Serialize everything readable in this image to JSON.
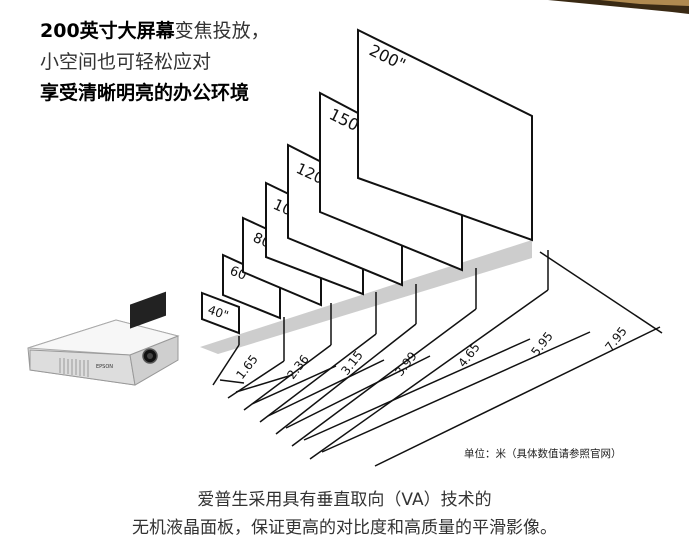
{
  "headline": {
    "line1_bold": "200英寸大屏幕",
    "line1_rest": "变焦投放，",
    "line2": "小空间也可轻松应对",
    "line3": "享受清晰明亮的办公环境"
  },
  "screens": [
    {
      "label": "40\""
    },
    {
      "label": "60\""
    },
    {
      "label": "80\""
    },
    {
      "label": "100\""
    },
    {
      "label": "120\""
    },
    {
      "label": "150\""
    },
    {
      "label": "200\""
    }
  ],
  "distances": [
    "1.65",
    "2.36",
    "3.15",
    "3.99",
    "4.65",
    "5.95",
    "7.95"
  ],
  "projector": {
    "brand": "EPSON"
  },
  "unit_note": "单位：米（具体数值请参照官网）",
  "caption": {
    "line1": "爱普生采用具有垂直取向（VA）技术的",
    "line2": "无机液晶面板，保证更高的对比度和高质量的平滑影像。"
  },
  "colors": {
    "line": "#111111",
    "floor": "#cccccc",
    "frame": "#7a6a4a"
  }
}
